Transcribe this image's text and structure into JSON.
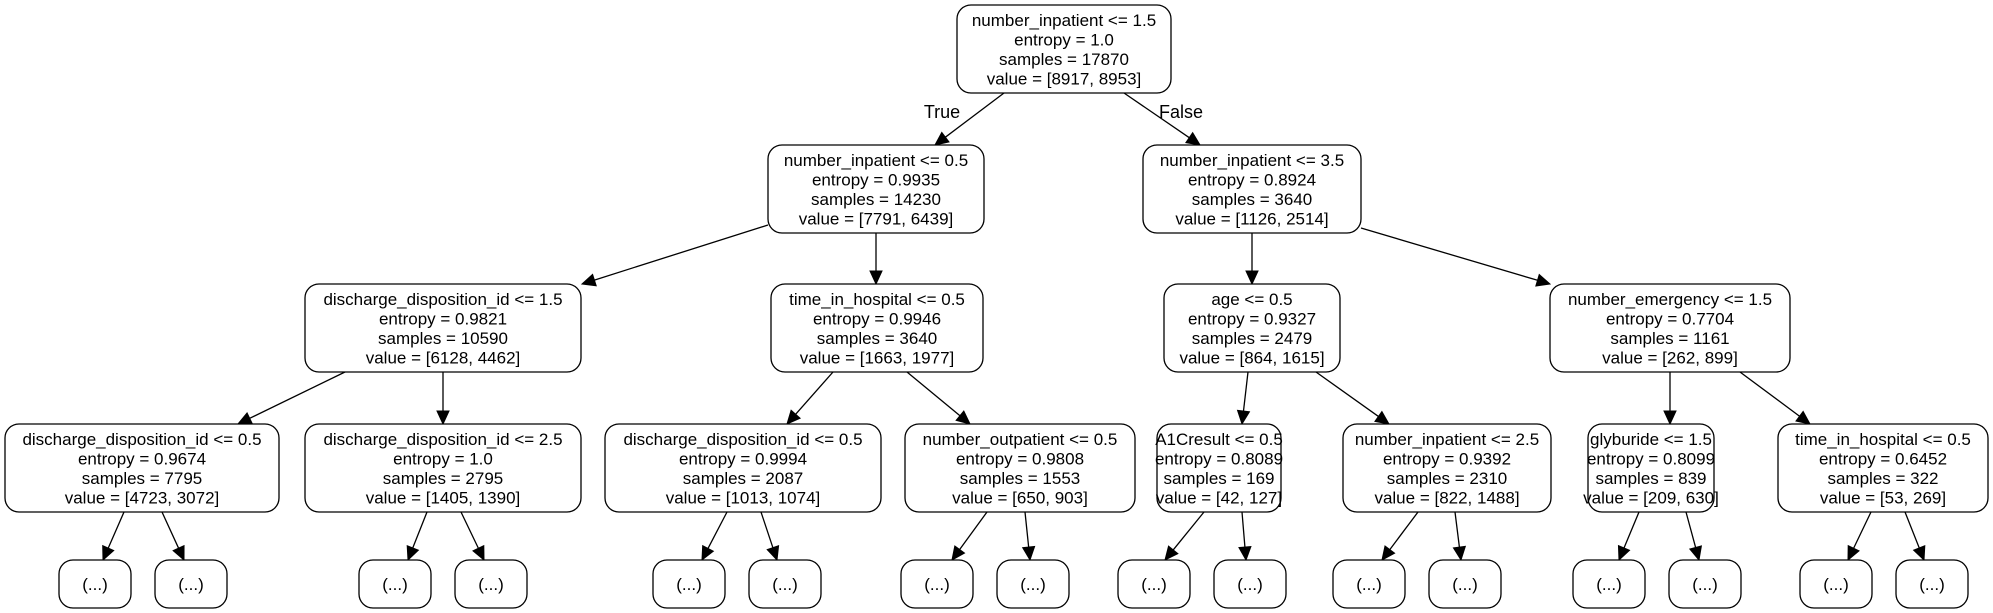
{
  "tree": {
    "nodes": [
      {
        "id": "root",
        "lines": [
          "number_inpatient <= 1.5",
          "entropy = 1.0",
          "samples = 17870",
          "value = [8917, 8953]"
        ]
      },
      {
        "id": "n_l",
        "lines": [
          "number_inpatient <= 0.5",
          "entropy = 0.9935",
          "samples = 14230",
          "value = [7791, 6439]"
        ]
      },
      {
        "id": "n_r",
        "lines": [
          "number_inpatient <= 3.5",
          "entropy = 0.8924",
          "samples = 3640",
          "value = [1126, 2514]"
        ]
      },
      {
        "id": "n_ll",
        "lines": [
          "discharge_disposition_id <= 1.5",
          "entropy = 0.9821",
          "samples = 10590",
          "value = [6128, 4462]"
        ]
      },
      {
        "id": "n_lr",
        "lines": [
          "time_in_hospital <= 0.5",
          "entropy = 0.9946",
          "samples = 3640",
          "value = [1663, 1977]"
        ]
      },
      {
        "id": "n_rl",
        "lines": [
          "age <= 0.5",
          "entropy = 0.9327",
          "samples = 2479",
          "value = [864, 1615]"
        ]
      },
      {
        "id": "n_rr",
        "lines": [
          "number_emergency <= 1.5",
          "entropy = 0.7704",
          "samples = 1161",
          "value = [262, 899]"
        ]
      },
      {
        "id": "n_lll",
        "lines": [
          "discharge_disposition_id <= 0.5",
          "entropy = 0.9674",
          "samples = 7795",
          "value = [4723, 3072]"
        ]
      },
      {
        "id": "n_llr",
        "lines": [
          "discharge_disposition_id <= 2.5",
          "entropy = 1.0",
          "samples = 2795",
          "value = [1405, 1390]"
        ]
      },
      {
        "id": "n_lrl",
        "lines": [
          "discharge_disposition_id <= 0.5",
          "entropy = 0.9994",
          "samples = 2087",
          "value = [1013, 1074]"
        ]
      },
      {
        "id": "n_lrr",
        "lines": [
          "number_outpatient <= 0.5",
          "entropy = 0.9808",
          "samples = 1553",
          "value = [650, 903]"
        ]
      },
      {
        "id": "n_rll",
        "lines": [
          "A1Cresult <= 0.5",
          "entropy = 0.8089",
          "samples = 169",
          "value = [42, 127]"
        ]
      },
      {
        "id": "n_rlr",
        "lines": [
          "number_inpatient <= 2.5",
          "entropy = 0.9392",
          "samples = 2310",
          "value = [822, 1488]"
        ]
      },
      {
        "id": "n_rrl",
        "lines": [
          "glyburide <= 1.5",
          "entropy = 0.8099",
          "samples = 839",
          "value = [209, 630]"
        ]
      },
      {
        "id": "n_rrr",
        "lines": [
          "time_in_hospital <= 0.5",
          "entropy = 0.6452",
          "samples = 322",
          "value = [53, 269]"
        ]
      },
      {
        "id": "leaf1",
        "lines": [
          "(...)"
        ]
      },
      {
        "id": "leaf2",
        "lines": [
          "(...)"
        ]
      },
      {
        "id": "leaf3",
        "lines": [
          "(...)"
        ]
      },
      {
        "id": "leaf4",
        "lines": [
          "(...)"
        ]
      },
      {
        "id": "leaf5",
        "lines": [
          "(...)"
        ]
      },
      {
        "id": "leaf6",
        "lines": [
          "(...)"
        ]
      },
      {
        "id": "leaf7",
        "lines": [
          "(...)"
        ]
      },
      {
        "id": "leaf8",
        "lines": [
          "(...)"
        ]
      },
      {
        "id": "leaf9",
        "lines": [
          "(...)"
        ]
      },
      {
        "id": "leaf10",
        "lines": [
          "(...)"
        ]
      },
      {
        "id": "leaf11",
        "lines": [
          "(...)"
        ]
      },
      {
        "id": "leaf12",
        "lines": [
          "(...)"
        ]
      },
      {
        "id": "leaf13",
        "lines": [
          "(...)"
        ]
      },
      {
        "id": "leaf14",
        "lines": [
          "(...)"
        ]
      },
      {
        "id": "leaf15",
        "lines": [
          "(...)"
        ]
      },
      {
        "id": "leaf16",
        "lines": [
          "(...)"
        ]
      }
    ],
    "edges": [
      {
        "from": "root",
        "to": "n_l",
        "label": "True"
      },
      {
        "from": "root",
        "to": "n_r",
        "label": "False"
      },
      {
        "from": "n_l",
        "to": "n_ll"
      },
      {
        "from": "n_l",
        "to": "n_lr"
      },
      {
        "from": "n_r",
        "to": "n_rl"
      },
      {
        "from": "n_r",
        "to": "n_rr"
      },
      {
        "from": "n_ll",
        "to": "n_lll"
      },
      {
        "from": "n_ll",
        "to": "n_llr"
      },
      {
        "from": "n_lr",
        "to": "n_lrl"
      },
      {
        "from": "n_lr",
        "to": "n_lrr"
      },
      {
        "from": "n_rl",
        "to": "n_rll"
      },
      {
        "from": "n_rl",
        "to": "n_rlr"
      },
      {
        "from": "n_rr",
        "to": "n_rrl"
      },
      {
        "from": "n_rr",
        "to": "n_rrr"
      },
      {
        "from": "n_lll",
        "to": "leaf1"
      },
      {
        "from": "n_lll",
        "to": "leaf2"
      },
      {
        "from": "n_llr",
        "to": "leaf3"
      },
      {
        "from": "n_llr",
        "to": "leaf4"
      },
      {
        "from": "n_lrl",
        "to": "leaf5"
      },
      {
        "from": "n_lrl",
        "to": "leaf6"
      },
      {
        "from": "n_lrr",
        "to": "leaf7"
      },
      {
        "from": "n_lrr",
        "to": "leaf8"
      },
      {
        "from": "n_rll",
        "to": "leaf9"
      },
      {
        "from": "n_rll",
        "to": "leaf10"
      },
      {
        "from": "n_rlr",
        "to": "leaf11"
      },
      {
        "from": "n_rlr",
        "to": "leaf12"
      },
      {
        "from": "n_rrl",
        "to": "leaf13"
      },
      {
        "from": "n_rrl",
        "to": "leaf14"
      },
      {
        "from": "n_rrr",
        "to": "leaf15"
      },
      {
        "from": "n_rrr",
        "to": "leaf16"
      }
    ]
  }
}
